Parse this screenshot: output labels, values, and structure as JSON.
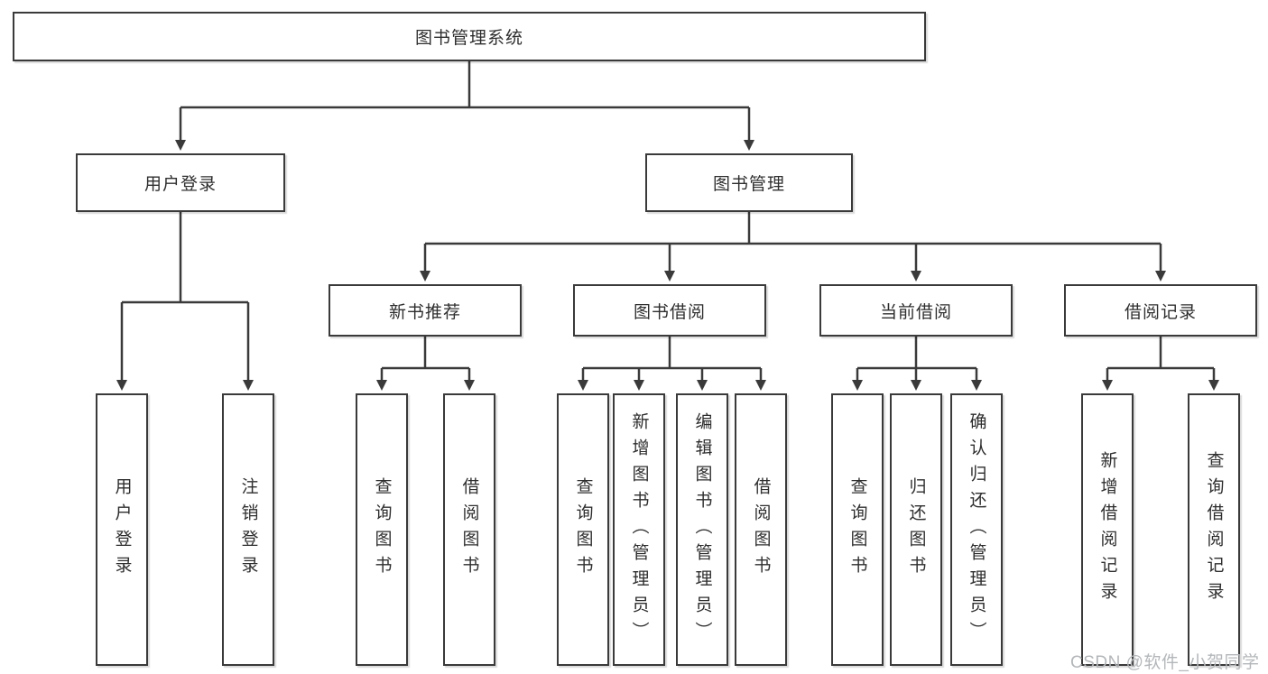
{
  "tree": {
    "root": "图书管理系统",
    "user_login": {
      "label": "用户登录",
      "children": [
        "用户登录",
        "注销登录"
      ]
    },
    "book_mgmt": {
      "label": "图书管理",
      "sections": [
        {
          "label": "新书推荐",
          "children": [
            "查询图书",
            "借阅图书"
          ]
        },
        {
          "label": "图书借阅",
          "children": [
            "查询图书",
            "新增图书（管理员）",
            "编辑图书（管理员）",
            "借阅图书"
          ]
        },
        {
          "label": "当前借阅",
          "children": [
            "查询图书",
            "归还图书",
            "确认归还（管理员）"
          ]
        },
        {
          "label": "借阅记录",
          "children": [
            "新增借阅记录",
            "查询借阅记录"
          ]
        }
      ]
    }
  },
  "watermark": {
    "text": "CSDN @软件_小贺同学"
  },
  "colors": {
    "line": "#3a3a3a",
    "text": "#2e2e2e",
    "background": "#ffffff",
    "watermark": "#b4b7ba"
  }
}
